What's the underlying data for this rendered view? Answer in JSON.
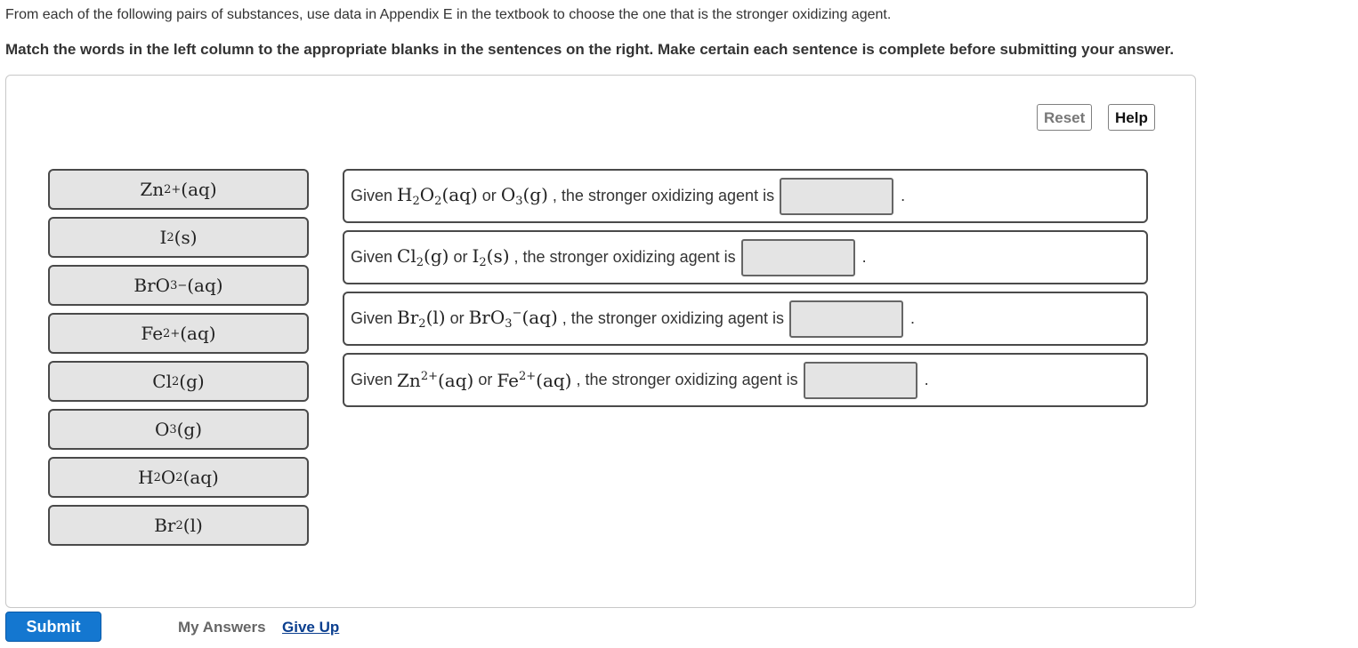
{
  "instructions": {
    "line1": "From each of the following pairs of substances, use data in Appendix E in the textbook to choose the one that is the stronger oxidizing agent.",
    "line2": "Match the words in the left column to the appropriate blanks in the sentences on the right. Make certain each sentence is complete before submitting your answer."
  },
  "toolbar": {
    "reset_label": "Reset",
    "help_label": "Help"
  },
  "chips": [
    {
      "base": "Zn",
      "sub": "",
      "sup": "2+",
      "state": "(aq)"
    },
    {
      "base": "I",
      "sub": "2",
      "sup": "",
      "state": "(s)"
    },
    {
      "base": "BrO",
      "sub": "3",
      "sup": "−",
      "state": "(aq)"
    },
    {
      "base": "Fe",
      "sub": "",
      "sup": "2+",
      "state": "(aq)"
    },
    {
      "base": "Cl",
      "sub": "2",
      "sup": "",
      "state": "(g)"
    },
    {
      "base": "O",
      "sub": "3",
      "sup": "",
      "state": "(g)"
    },
    {
      "base": "H",
      "sub": "2",
      "mid": "O",
      "sub2": "2",
      "state": "(aq)"
    },
    {
      "base": "Br",
      "sub": "2",
      "sup": "",
      "state": "(l)"
    }
  ],
  "sentences": {
    "given": "Given",
    "or": "or",
    "tail": ", the stronger oxidizing agent is",
    "end": ".",
    "s1": {
      "a1": "H",
      "a1s": "2",
      "a2": "O",
      "a2s": "2",
      "a3": "(aq)",
      "b1": "O",
      "b1s": "3",
      "b2": "(g)"
    },
    "s2": {
      "a1": "Cl",
      "a1s": "2",
      "a2": "(g)",
      "b1": "I",
      "b1s": "2",
      "b2": "(s)"
    },
    "s3": {
      "a1": "Br",
      "a1s": "2",
      "a2": "(l)",
      "b1": "BrO",
      "b1s": "3",
      "b1p": "−",
      "b2": "(aq)"
    },
    "s4": {
      "a1": "Zn",
      "a1p": "2+",
      "a2": "(aq)",
      "b1": "Fe",
      "b1p": "2+",
      "b2": "(aq)"
    }
  },
  "footer": {
    "submit_label": "Submit",
    "my_answers_label": "My Answers",
    "give_up_label": "Give Up"
  }
}
